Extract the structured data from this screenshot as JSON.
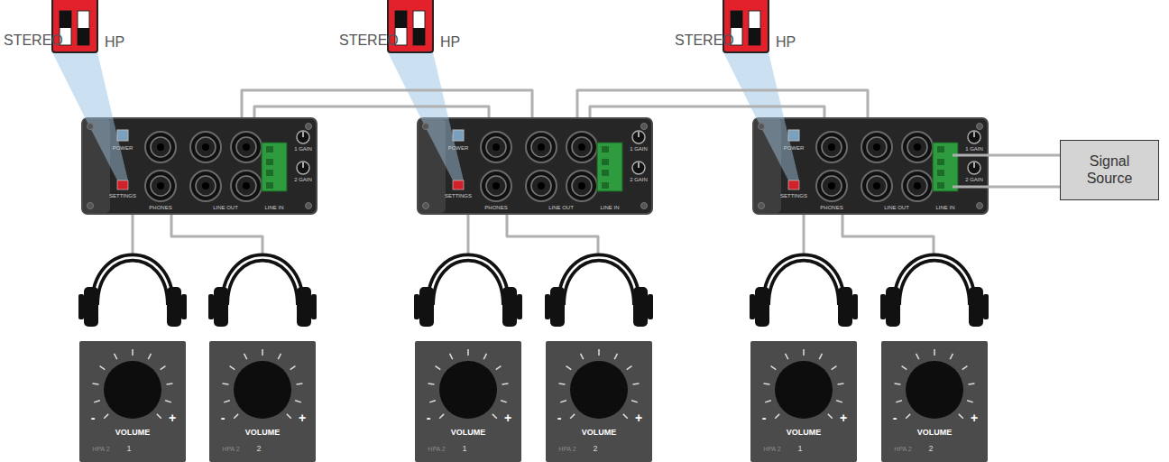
{
  "diagram": {
    "nodes": [
      {
        "text": [
          "POWER",
          "SETTINGS",
          "PHONES",
          "LINE OUT",
          "LINE IN",
          "1 GAIN",
          "2 GAIN"
        ]
      },
      {
        "text": [
          "POWER",
          "SETTINGS",
          "PHONES",
          "LINE OUT",
          "LINE IN",
          "1 GAIN",
          "2 GAIN"
        ]
      },
      {
        "text": [
          "POWER",
          "SETTINGS",
          "PHONES",
          "LINE OUT",
          "LINE IN",
          "1 GAIN",
          "2 GAIN"
        ]
      },
      {
        "text": [
          "Signal Source"
        ]
      },
      {
        "text": [
          "-",
          "+",
          "VOLUME",
          "HPA 2",
          "1"
        ]
      },
      {
        "text": [
          "-",
          "+",
          "VOLUME",
          "HPA 2",
          "2"
        ]
      },
      {
        "text": [
          "-",
          "+",
          "VOLUME",
          "HPA 2",
          "1"
        ]
      },
      {
        "text": [
          "-",
          "+",
          "VOLUME",
          "HPA 2",
          "2"
        ]
      },
      {
        "text": [
          "-",
          "+",
          "VOLUME",
          "HPA 2",
          "1"
        ]
      },
      {
        "text": [
          "-",
          "+",
          "VOLUME",
          "HPA 2",
          "2"
        ]
      }
    ],
    "edges": [
      {
        "from": 0,
        "to": 1,
        "arrow": "none"
      },
      {
        "from": 0,
        "to": 1,
        "arrow": "none"
      },
      {
        "from": 1,
        "to": 2,
        "arrow": "none"
      },
      {
        "from": 1,
        "to": 2,
        "arrow": "none"
      },
      {
        "from": 3,
        "to": 2,
        "arrow": "none"
      },
      {
        "from": 3,
        "to": 2,
        "arrow": "none"
      }
    ],
    "labels": [
      "STEREO",
      "HP",
      "STEREO",
      "HP",
      "STEREO",
      "HP"
    ]
  }
}
